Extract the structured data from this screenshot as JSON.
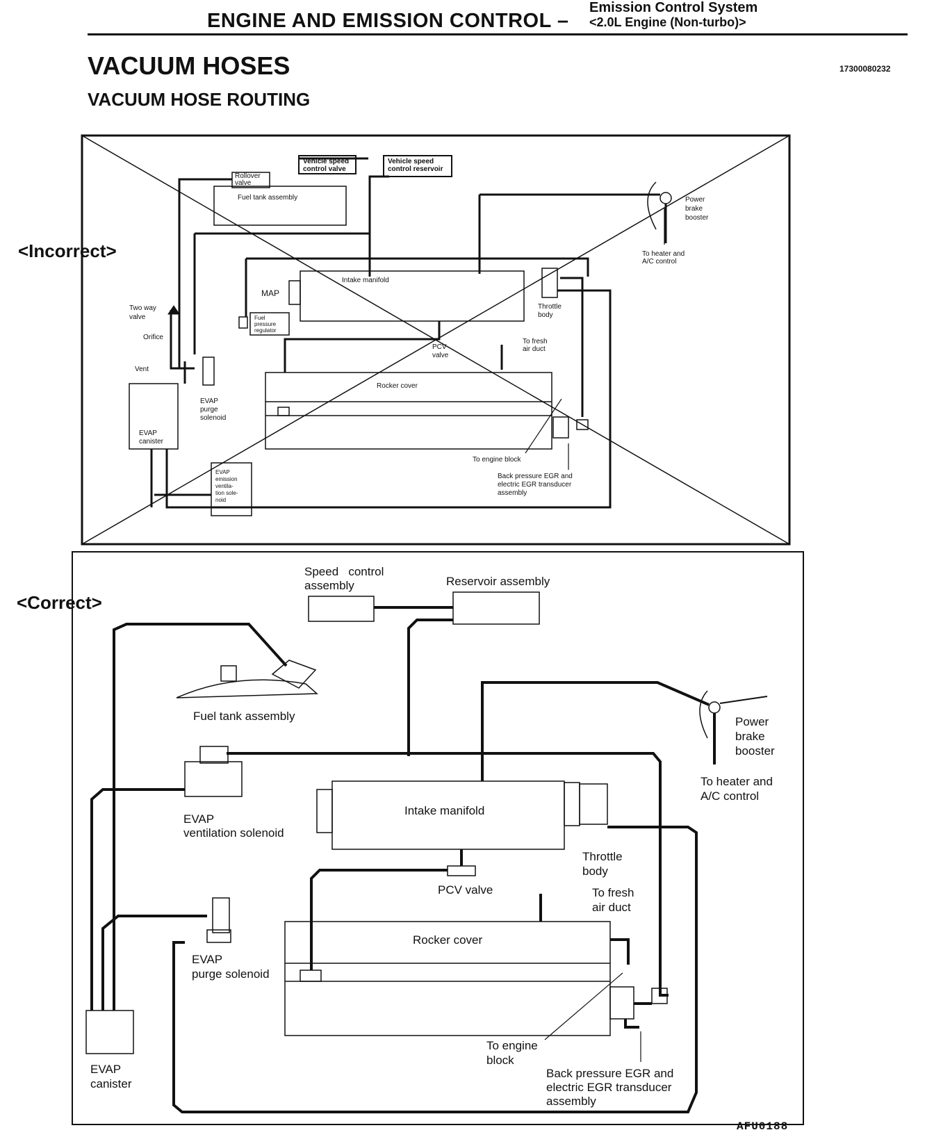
{
  "header": {
    "section": "ENGINE AND EMISSION CONTROL –",
    "subsection_line1": "Emission Control System",
    "subsection_line2": "<2.0L Engine (Non-turbo)>"
  },
  "page": {
    "title": "VACUUM HOSES",
    "subtitle": "VACUUM HOSE ROUTING",
    "doc_id": "17300080232",
    "figure_code": "AFU0188"
  },
  "incorrect": {
    "tag": "<Incorrect>",
    "labels": {
      "vehicle_speed_control_valve": [
        "Vehicle speed",
        "control valve"
      ],
      "vehicle_speed_control_reservoir": [
        "Vehicle speed",
        "control reservoir"
      ],
      "rollover_valve": [
        "Rollover",
        "valve"
      ],
      "fuel_tank": "Fuel tank assembly",
      "power_brake_booster": [
        "Power",
        "brake",
        "booster"
      ],
      "heater_ac": [
        "To heater and",
        "A/C control"
      ],
      "intake_manifold": "Intake manifold",
      "map": "MAP",
      "fuel_pressure_regulator": [
        "Fuel",
        "pressure",
        "regulator"
      ],
      "throttle_body": [
        "Throttle",
        "body"
      ],
      "two_way_valve": [
        "Two way",
        "valve"
      ],
      "orifice": "Orifice",
      "vent": "Vent",
      "pcv_valve": [
        "PCV",
        "valve"
      ],
      "fresh_air": [
        "To fresh",
        "air duct"
      ],
      "rocker_cover": "Rocker cover",
      "evap_purge": [
        "EVAP",
        "purge",
        "solenoid"
      ],
      "evap_canister": [
        "EVAP",
        "canister"
      ],
      "engine_block": "To engine block",
      "egr": [
        "Back pressure EGR and",
        "electric EGR transducer",
        "assembly"
      ],
      "evap_emission_vent": [
        "EVAP",
        "emission",
        "ventila-",
        "tion sole-",
        "noid"
      ]
    }
  },
  "correct": {
    "tag": "<Correct>",
    "labels": {
      "speed_control": [
        "Speed   control",
        "assembly"
      ],
      "reservoir": "Reservoir assembly",
      "fuel_tank": "Fuel tank assembly",
      "power_brake_booster": [
        "Power",
        "brake",
        "booster"
      ],
      "heater_ac": [
        "To heater and",
        "A/C control"
      ],
      "evap_ventilation": [
        "EVAP",
        "ventilation solenoid"
      ],
      "intake_manifold": "Intake manifold",
      "throttle_body": [
        "Throttle",
        "body"
      ],
      "pcv_valve": "PCV valve",
      "fresh_air": [
        "To fresh",
        "air duct"
      ],
      "rocker_cover": "Rocker cover",
      "evap_purge": [
        "EVAP",
        "purge solenoid"
      ],
      "evap_canister": [
        "EVAP",
        "canister"
      ],
      "engine_block": [
        "To engine",
        "block"
      ],
      "egr": [
        "Back pressure EGR and",
        "electric EGR transducer",
        "assembly"
      ]
    }
  }
}
